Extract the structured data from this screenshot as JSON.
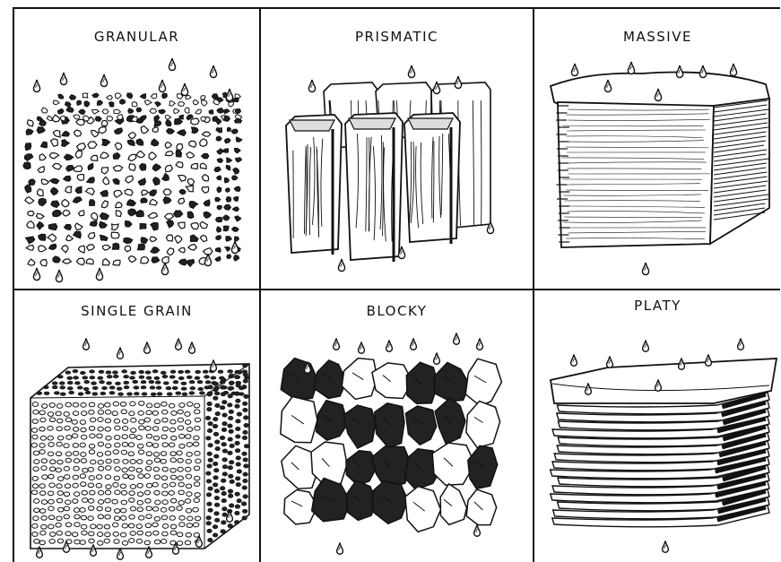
{
  "figure": {
    "panels": [
      {
        "id": "granular",
        "label": "GRANULAR",
        "icon": "granular-structure-icon"
      },
      {
        "id": "prismatic",
        "label": "PRISMATIC",
        "icon": "prismatic-structure-icon"
      },
      {
        "id": "massive",
        "label": "MASSIVE",
        "icon": "massive-structure-icon"
      },
      {
        "id": "single-grain",
        "label": "SINGLE GRAIN",
        "icon": "single-grain-structure-icon"
      },
      {
        "id": "blocky",
        "label": "BLOCKY",
        "icon": "blocky-structure-icon"
      },
      {
        "id": "platy",
        "label": "PLATY",
        "icon": "platy-structure-icon"
      }
    ]
  }
}
